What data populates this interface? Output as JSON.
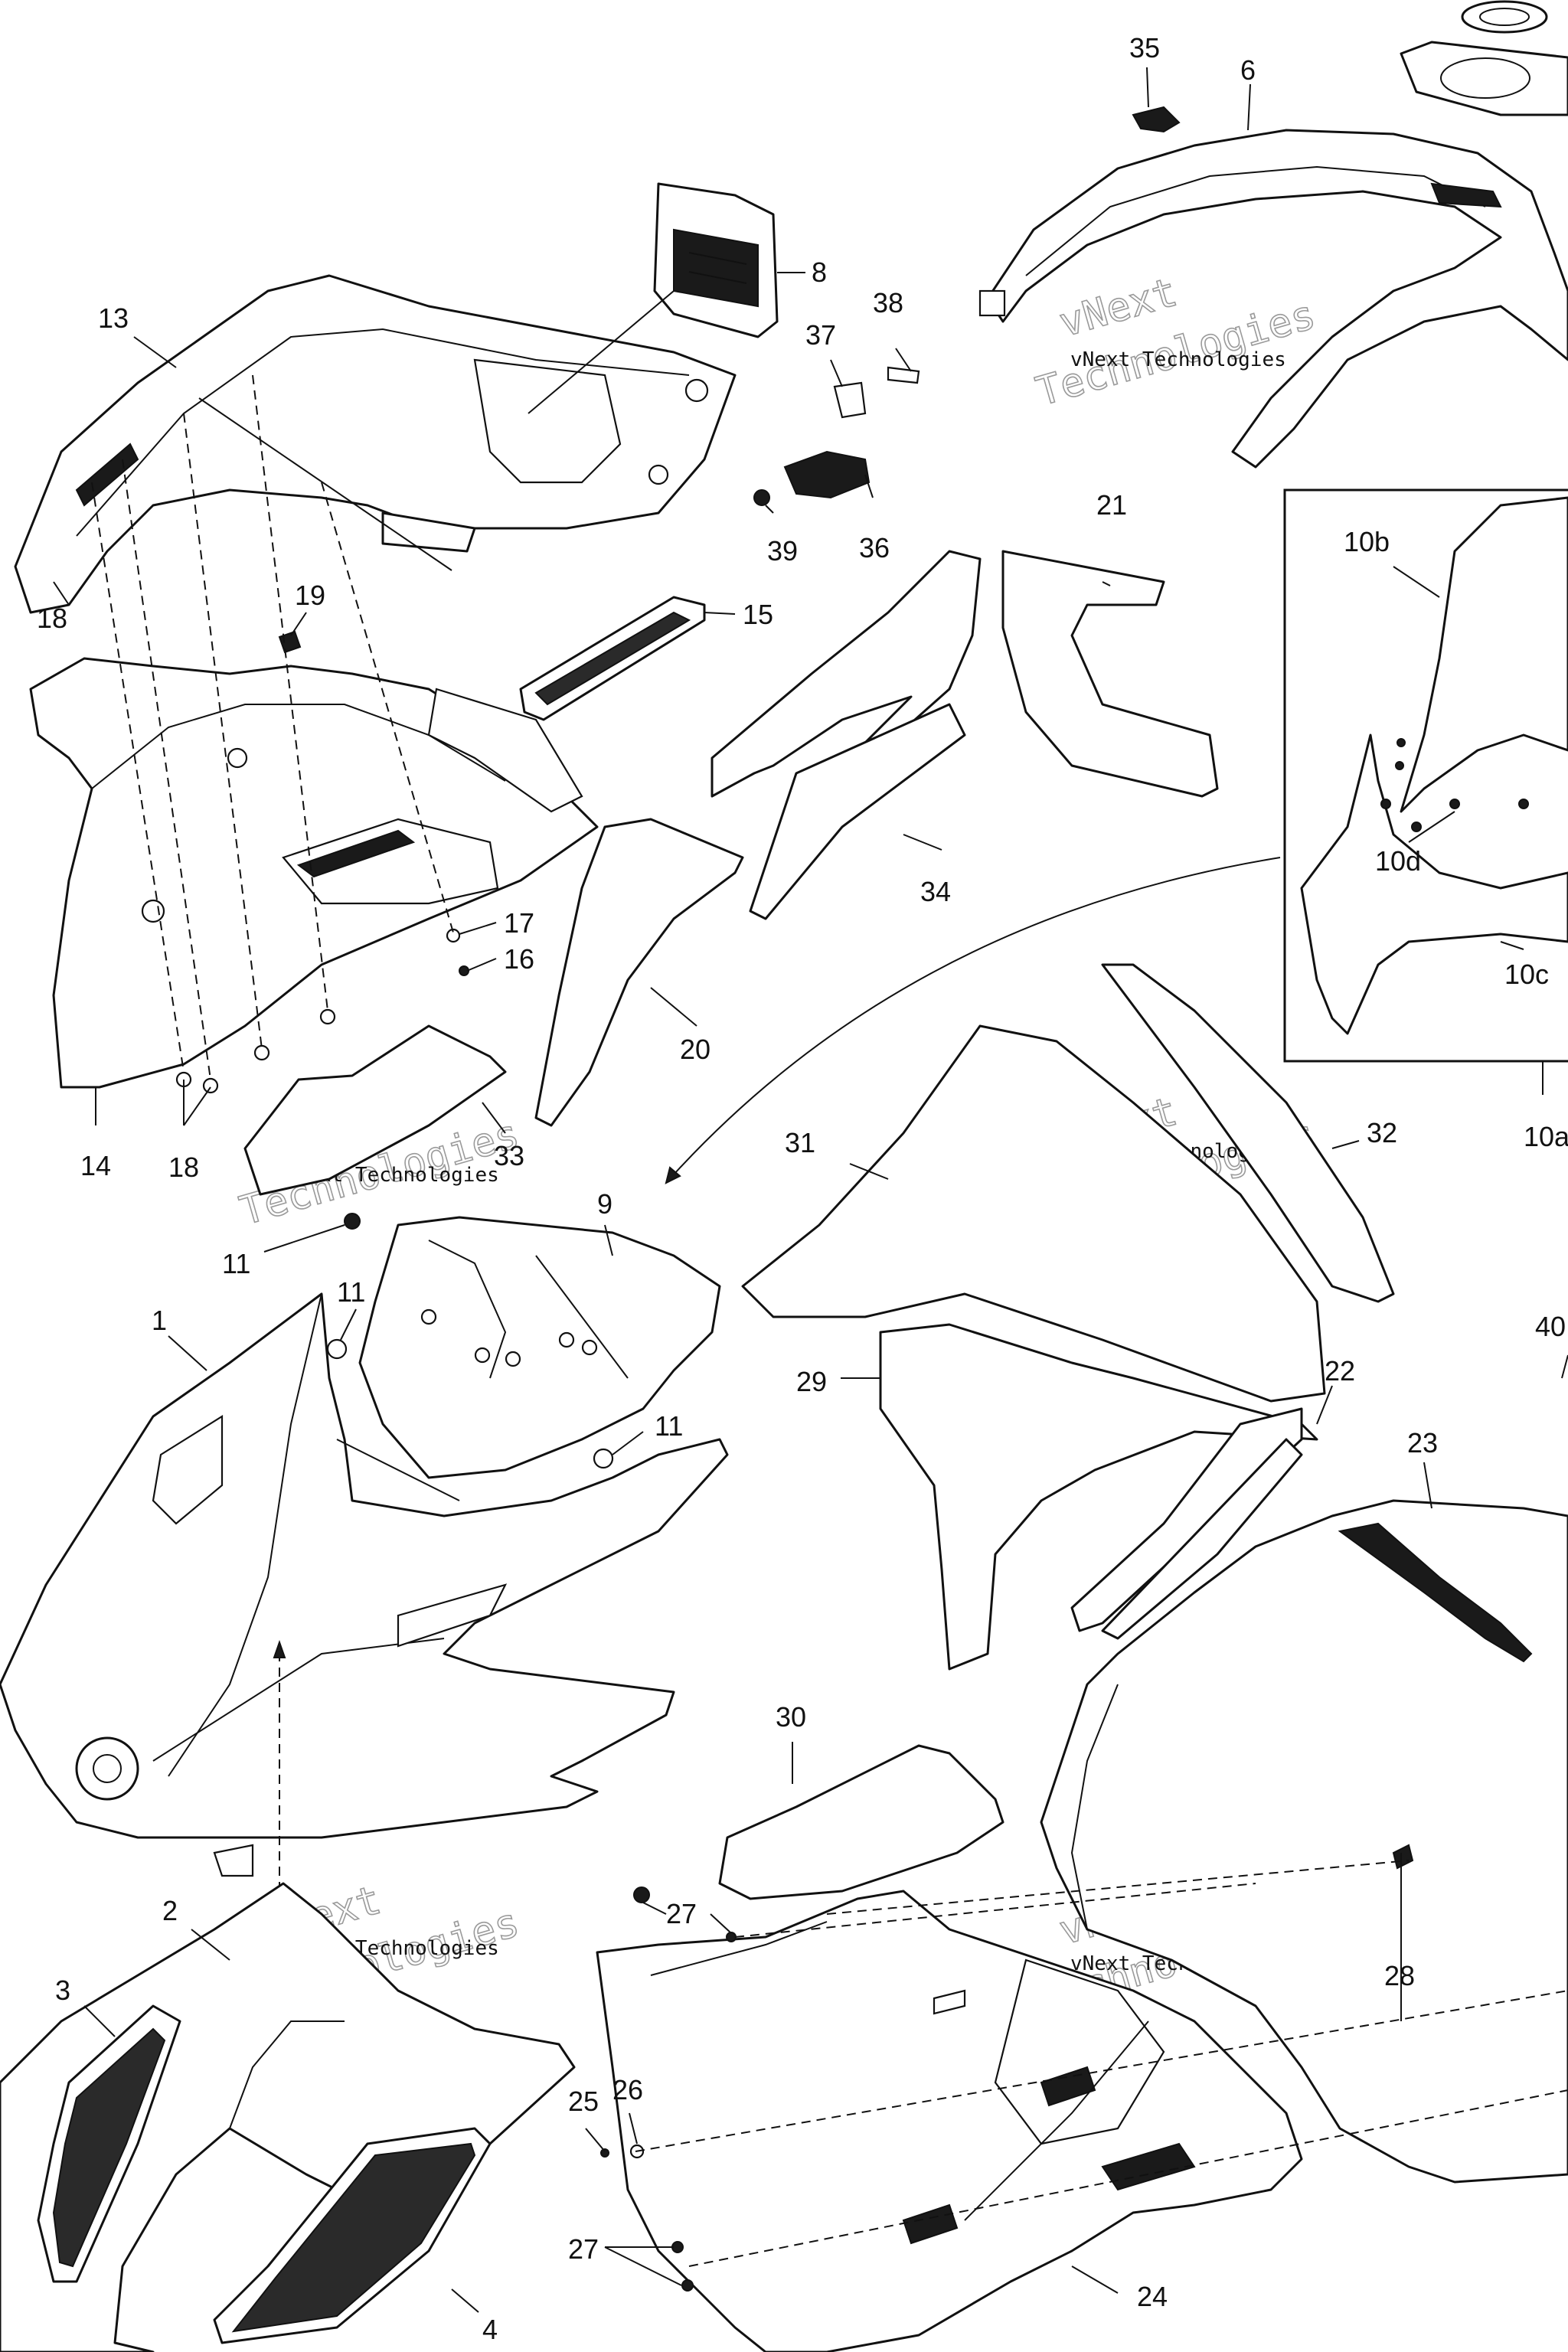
{
  "watermark": {
    "line1": "vNext",
    "line2": "Technologies",
    "small": "vNext Technologies"
  },
  "callouts": [
    {
      "id": "c35",
      "text": "35"
    },
    {
      "id": "c6",
      "text": "6"
    },
    {
      "id": "c8",
      "text": "8"
    },
    {
      "id": "c13",
      "text": "13"
    },
    {
      "id": "c38",
      "text": "38"
    },
    {
      "id": "c37",
      "text": "37"
    },
    {
      "id": "c39",
      "text": "39"
    },
    {
      "id": "c36",
      "text": "36"
    },
    {
      "id": "c21",
      "text": "21"
    },
    {
      "id": "c10b",
      "text": "10b"
    },
    {
      "id": "c18a",
      "text": "18"
    },
    {
      "id": "c19",
      "text": "19"
    },
    {
      "id": "c15",
      "text": "15"
    },
    {
      "id": "c34",
      "text": "34"
    },
    {
      "id": "c10d",
      "text": "10d"
    },
    {
      "id": "c17",
      "text": "17"
    },
    {
      "id": "c16",
      "text": "16"
    },
    {
      "id": "c10c",
      "text": "10c"
    },
    {
      "id": "c20",
      "text": "20"
    },
    {
      "id": "c14",
      "text": "14"
    },
    {
      "id": "c18b",
      "text": "18"
    },
    {
      "id": "c33",
      "text": "33"
    },
    {
      "id": "c10a",
      "text": "10a"
    },
    {
      "id": "c31",
      "text": "31"
    },
    {
      "id": "c32",
      "text": "32"
    },
    {
      "id": "c9",
      "text": "9"
    },
    {
      "id": "c11a",
      "text": "11"
    },
    {
      "id": "c11b",
      "text": "11"
    },
    {
      "id": "c1",
      "text": "1"
    },
    {
      "id": "c29",
      "text": "29"
    },
    {
      "id": "c22",
      "text": "22"
    },
    {
      "id": "c40",
      "text": "40"
    },
    {
      "id": "c11c",
      "text": "11"
    },
    {
      "id": "c23",
      "text": "23"
    },
    {
      "id": "c30",
      "text": "30"
    },
    {
      "id": "c2",
      "text": "2"
    },
    {
      "id": "c27a",
      "text": "27"
    },
    {
      "id": "c28",
      "text": "28"
    },
    {
      "id": "c3",
      "text": "3"
    },
    {
      "id": "c25",
      "text": "25"
    },
    {
      "id": "c26",
      "text": "26"
    },
    {
      "id": "c27b",
      "text": "27"
    },
    {
      "id": "c4",
      "text": "4"
    },
    {
      "id": "c24",
      "text": "24"
    }
  ]
}
